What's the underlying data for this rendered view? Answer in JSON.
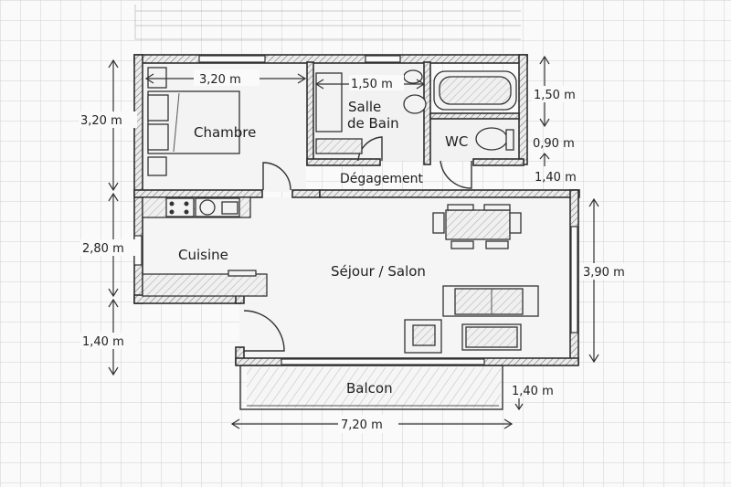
{
  "diagram": {
    "type": "floor-plan",
    "style": "hand-drawn pencil sketch on grid paper",
    "colors": {
      "paper": "#fafafa",
      "grid": "#d4d4d4",
      "ink": "#2e2e2e"
    },
    "rooms": {
      "chambre": "Chambre",
      "salle_de_bain_line1": "Salle",
      "salle_de_bain_line2": "de Bain",
      "wc": "WC",
      "degagement": "Dégagement",
      "cuisine": "Cuisine",
      "sejour": "Séjour / Salon",
      "balcon": "Balcon"
    },
    "dimensions": {
      "chambre_width": "3,20 m",
      "sdb_width": "1,50 m",
      "left_top": "3,20 m",
      "left_middle": "2,80 m",
      "left_bottom": "1,40 m",
      "right_bath": "1,50 m",
      "right_wc": "0,90 m",
      "right_degagement": "1,40 m",
      "right_sejour": "3,90 m",
      "balcon_depth": "1,40 m",
      "total_width": "7,20 m"
    }
  }
}
